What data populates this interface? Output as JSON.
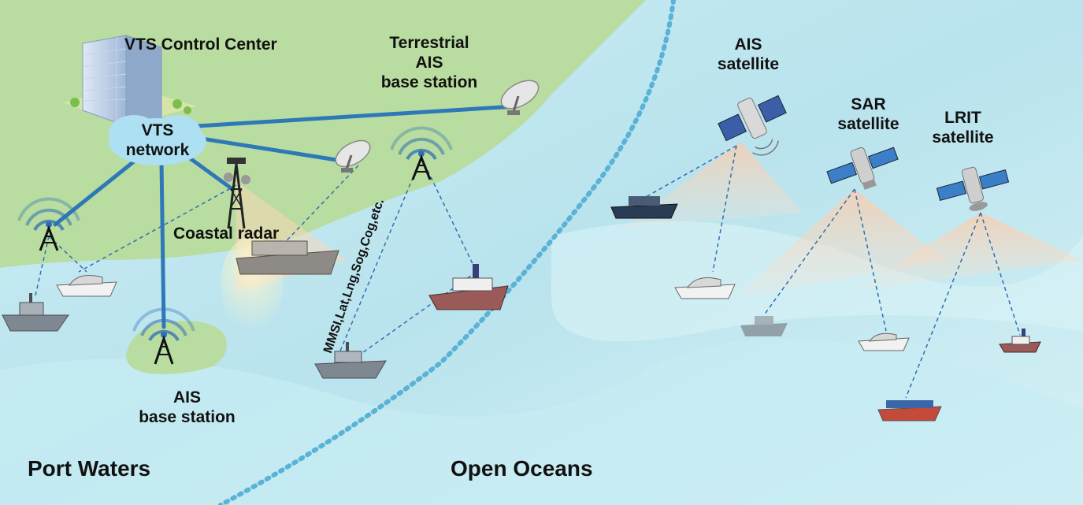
{
  "labels": {
    "vts_control_center": "VTS Control Center",
    "vts_network_line1": "VTS",
    "vts_network_line2": "network",
    "terrestrial_ais_line1": "Terrestrial",
    "terrestrial_ais_line2": "AIS",
    "terrestrial_ais_line3": "base station",
    "coastal_radar": "Coastal radar",
    "ais_base_station_line1": "AIS",
    "ais_base_station_line2": "base station",
    "ais_satellite_line1": "AIS",
    "ais_satellite_line2": "satellite",
    "sar_satellite_line1": "SAR",
    "sar_satellite_line2": "satellite",
    "lrit_satellite_line1": "LRIT",
    "lrit_satellite_line2": "satellite",
    "ais_message_fields": "MMSI,Lat,Lng,Sog,Cog,etc.",
    "region_port_waters": "Port Waters",
    "region_open_oceans": "Open Oceans"
  },
  "colors": {
    "land": "#b9dca0",
    "ocean": "#bfe6ef",
    "network_link": "#2f78b8",
    "signal_link": "#2f6fb0",
    "boundary": "#5ab3d6",
    "network_cloud": "#aee0f4"
  },
  "icons": [
    "building-icon",
    "antenna-tower-icon",
    "radar-tower-icon",
    "satellite-dish-icon",
    "satellite-icon",
    "ship-icon",
    "yacht-icon",
    "cargo-ship-icon"
  ]
}
